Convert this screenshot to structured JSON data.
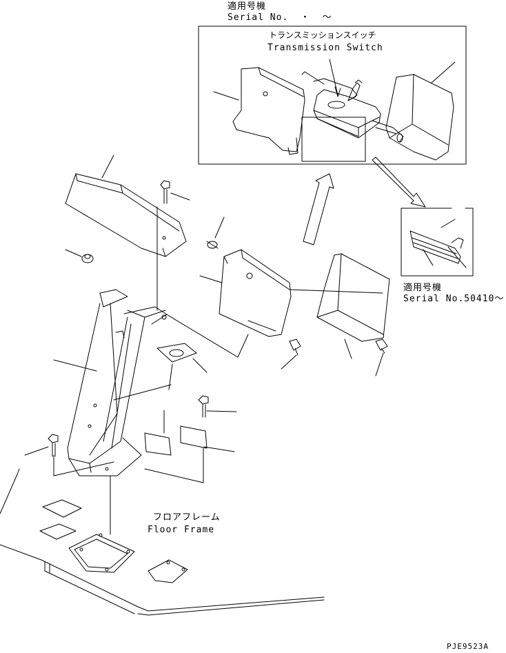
{
  "top_label": {
    "jp": "適用号機",
    "serial": "Serial No.  ・  ～"
  },
  "transmission_switch": {
    "jp": "トランスミッションスイッチ",
    "en": "Transmission Switch"
  },
  "right_label": {
    "jp": "適用号機",
    "serial": "Serial No.50410～"
  },
  "floor_frame": {
    "jp": "フロアフレーム",
    "en": "Floor Frame"
  },
  "drawing_code": "PJE9523A"
}
